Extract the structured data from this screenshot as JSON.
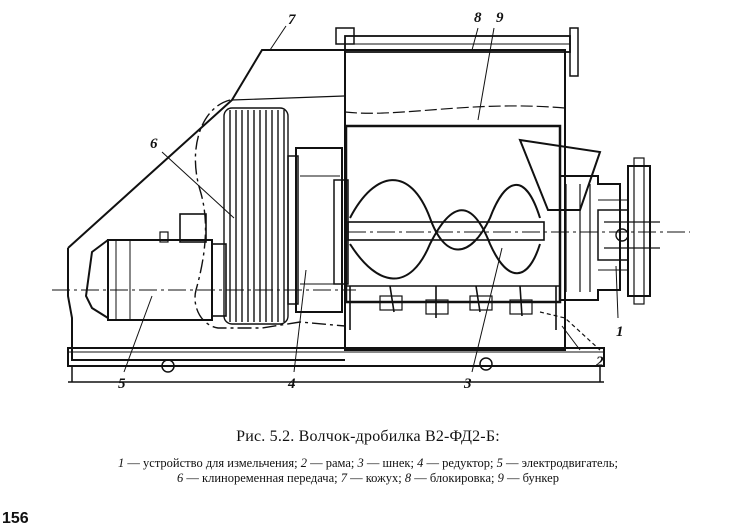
{
  "callouts": {
    "c1": "1",
    "c2": "2",
    "c3": "3",
    "c4": "4",
    "c5": "5",
    "c6": "6",
    "c7": "7",
    "c8": "8",
    "c9": "9"
  },
  "caption": {
    "title": "Рис. 5.2. Волчок-дробилка В2-ФД2-Б:",
    "legend": [
      {
        "num": "1",
        "text": " — устройство для измельчения;  "
      },
      {
        "num": "2",
        "text": " — рама;  "
      },
      {
        "num": "3",
        "text": " — шнек;  "
      },
      {
        "num": "4",
        "text": " — редуктор;  "
      },
      {
        "num": "5",
        "text": " — электродвигатель;"
      },
      {
        "num": "6",
        "text": " — клиноременная передача;  "
      },
      {
        "num": "7",
        "text": " — кожух;  "
      },
      {
        "num": "8",
        "text": " — блокировка;  "
      },
      {
        "num": "9",
        "text": " — бункер"
      }
    ]
  },
  "page_number": "156"
}
